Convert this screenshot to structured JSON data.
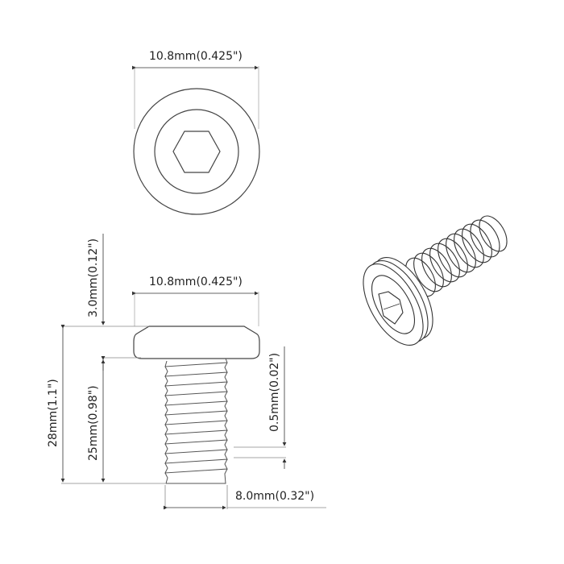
{
  "drawing": {
    "top_view": {
      "diameter_label": "10.8mm(0.425\")"
    },
    "side_view": {
      "head_diameter_label": "10.8mm(0.425\")",
      "head_height_label": "3.0mm(0.12\")",
      "total_length_label": "28mm(1.1\")",
      "thread_length_label": "25mm(0.98\")",
      "thread_pitch_label": "0.5mm(0.02\")",
      "thread_diameter_label": "8.0mm(0.32\")"
    },
    "iso_view": {
      "description": "isometric view of hex socket screw"
    }
  }
}
